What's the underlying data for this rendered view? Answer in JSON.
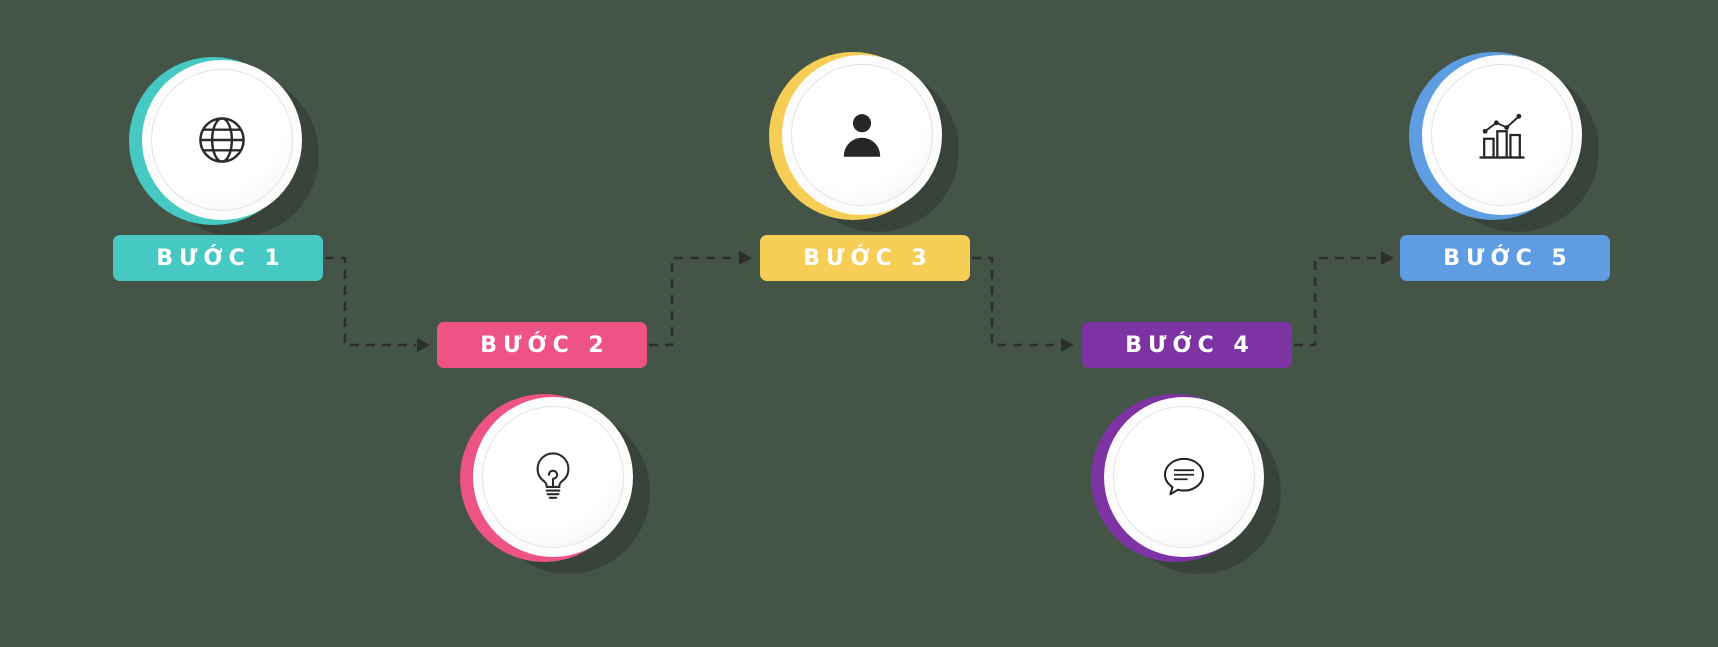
{
  "background_color": "#445548",
  "arrow_color": "#2e2e2e",
  "steps": [
    {
      "label": "BƯỚC 1",
      "icon": "globe-icon",
      "accent_color": "#45c9c2",
      "circle_position": "top",
      "badge_row": "upper"
    },
    {
      "label": "BƯỚC 2",
      "icon": "lightbulb-icon",
      "accent_color": "#ee5385",
      "circle_position": "bottom",
      "badge_row": "lower"
    },
    {
      "label": "BƯỚC 3",
      "icon": "person-icon",
      "accent_color": "#f6ce55",
      "circle_position": "top",
      "badge_row": "upper"
    },
    {
      "label": "BƯỚC 4",
      "icon": "speech-bubble-icon",
      "accent_color": "#7e33a5",
      "circle_position": "bottom",
      "badge_row": "lower"
    },
    {
      "label": "BƯỚC 5",
      "icon": "bar-chart-icon",
      "accent_color": "#5f9de2",
      "circle_position": "top",
      "badge_row": "upper"
    }
  ],
  "connectors": [
    {
      "from": "BƯỚC 1",
      "to": "BƯỚC 2"
    },
    {
      "from": "BƯỚC 2",
      "to": "BƯỚC 3"
    },
    {
      "from": "BƯỚC 3",
      "to": "BƯỚC 4"
    },
    {
      "from": "BƯỚC 4",
      "to": "BƯỚC 5"
    }
  ]
}
